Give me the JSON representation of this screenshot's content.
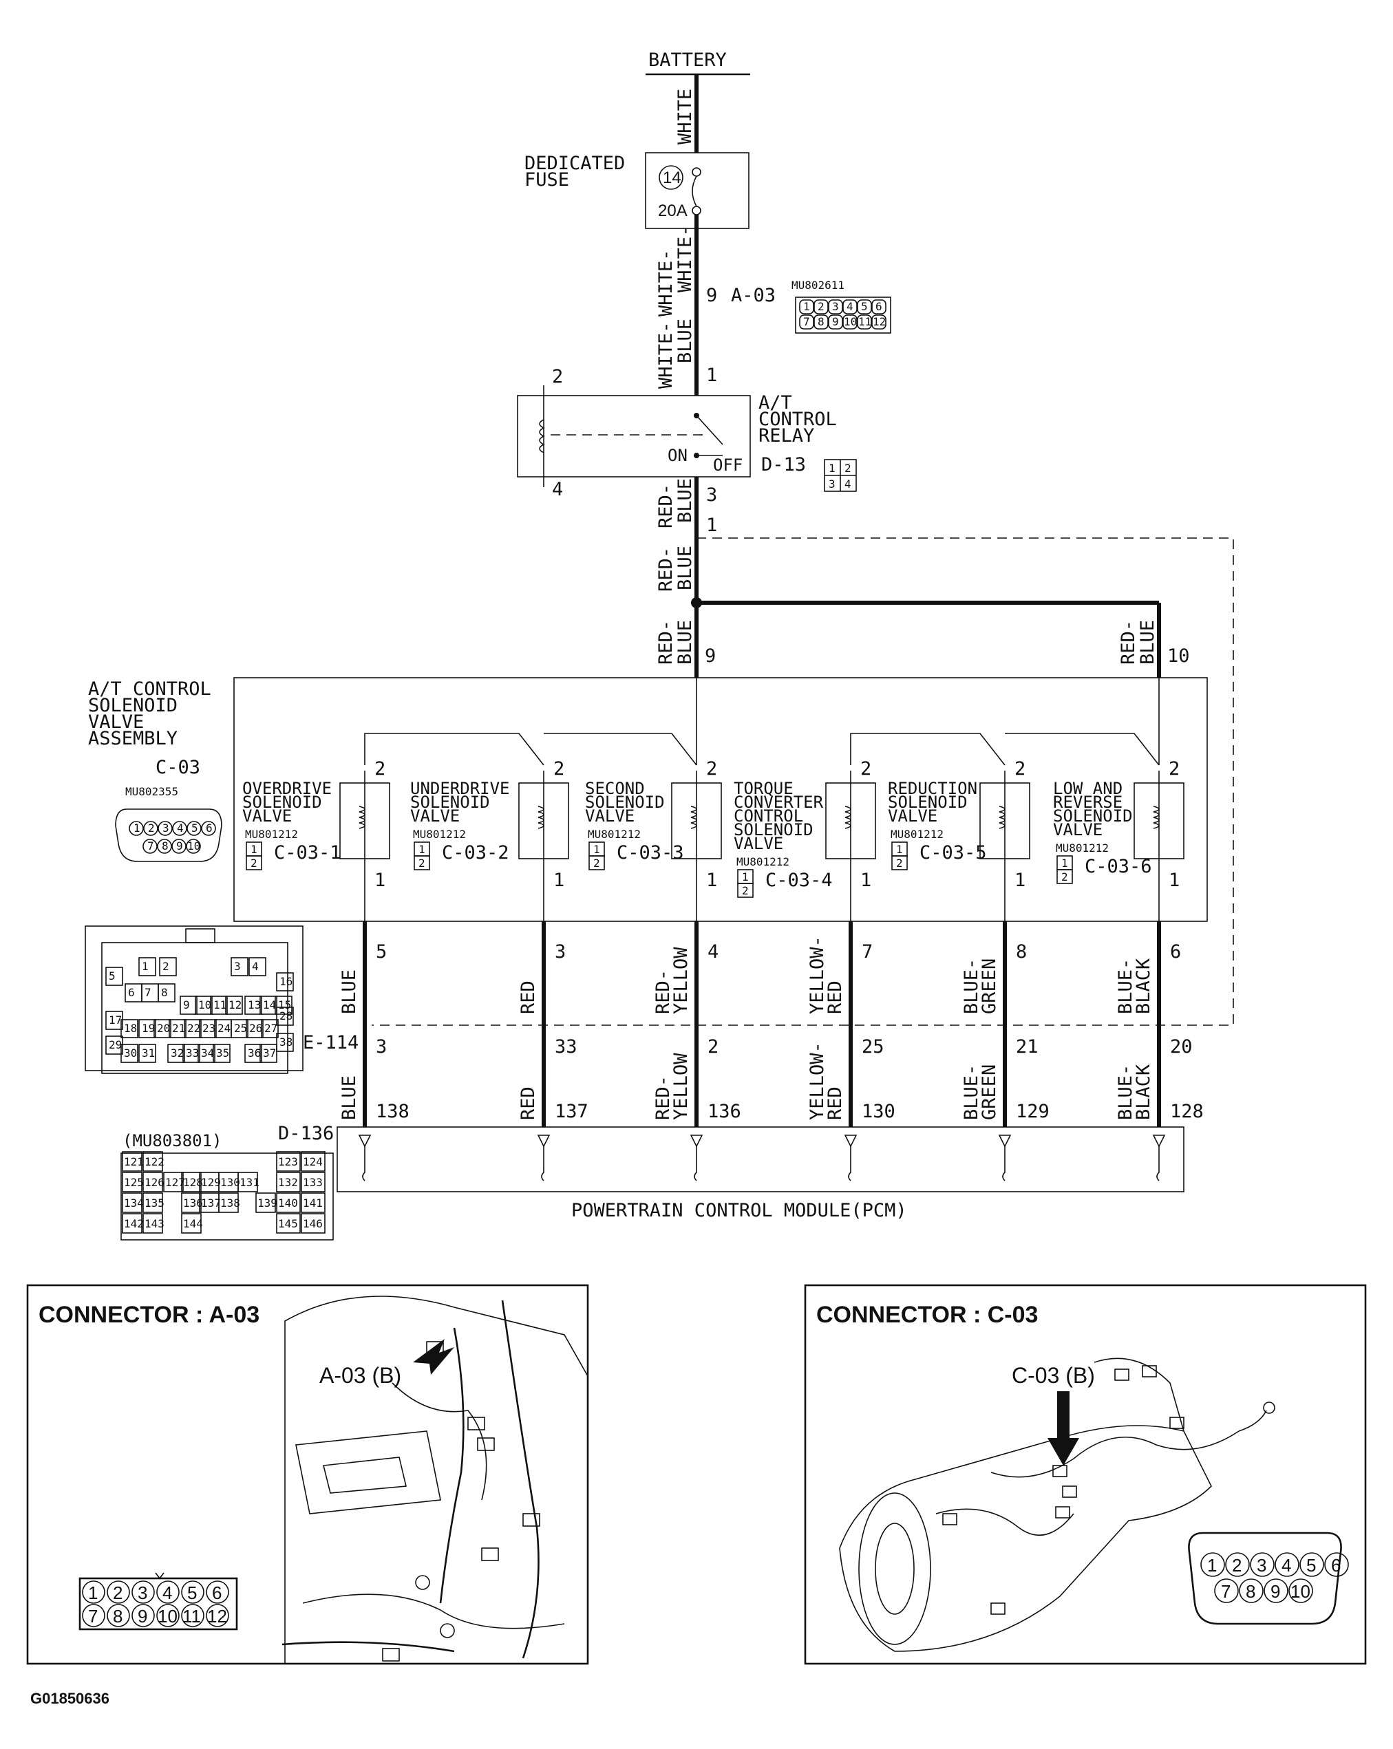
{
  "battery": {
    "label": "BATTERY"
  },
  "fuse": {
    "label_line1": "DEDICATED",
    "label_line2": "FUSE",
    "number": "14",
    "rating": "20A"
  },
  "wires": {
    "battery_to_fuse": "WHITE",
    "fuse_to_relay_a": "WHITE-",
    "fuse_to_relay_b": "BLUE",
    "fuse_to_relay_c": "WHITE-",
    "fuse_to_relay_d": "WHITE-",
    "fuse_to_relay_e": "BLUE",
    "relay_out_a": "RED-",
    "relay_out_b": "BLUE",
    "relay_out_c": "RED-",
    "trunk_a": "RED-",
    "trunk_b": "BLUE",
    "trunk_c": "RED-",
    "trunk_d": "BLUE",
    "pin9_a": "RED-",
    "pin9_b": "BLUE",
    "pin10_a": "RED-",
    "pin10_b": "BLUE"
  },
  "connector_a03": {
    "pin": "9",
    "id": "A-03",
    "part": "MU802611",
    "pins": [
      "1",
      "2",
      "3",
      "4",
      "5",
      "6",
      "7",
      "8",
      "9",
      "10",
      "11",
      "12"
    ]
  },
  "relay": {
    "label_line1": "A/T",
    "label_line2": "CONTROL",
    "label_line3": "RELAY",
    "id": "D-13",
    "pin_top_left": "2",
    "pin_bottom_left": "4",
    "pin_top_right": "1",
    "pin_bottom_right": "3",
    "on": "ON",
    "off": "OFF",
    "pins": [
      "1",
      "2",
      "3",
      "4"
    ]
  },
  "trunk_pin": "1",
  "solenoid_assembly": {
    "label_line1": "A/T CONTROL",
    "label_line2": "SOLENOID",
    "label_line3": "VALVE",
    "label_line4": "ASSEMBLY",
    "id": "C-03",
    "part": "MU802355",
    "pin_left": "9",
    "pin_right": "10",
    "pins": [
      "1",
      "2",
      "3",
      "4",
      "5",
      "6",
      "7",
      "8",
      "9",
      "10"
    ]
  },
  "valves": [
    {
      "l1": "OVERDRIVE",
      "l2": "SOLENOID",
      "l3": "VALVE",
      "l4": "",
      "part": "MU801212",
      "conn": "C-03-1",
      "out_pin": "5",
      "wire_a": "BLUE",
      "wire_b": "",
      "e114_pin": "3",
      "wire2_a": "BLUE",
      "wire2_b": "",
      "pcm_pin": "138"
    },
    {
      "l1": "UNDERDRIVE",
      "l2": "SOLENOID",
      "l3": "VALVE",
      "l4": "",
      "part": "MU801212",
      "conn": "C-03-2",
      "out_pin": "3",
      "wire_a": "RED",
      "wire_b": "",
      "e114_pin": "33",
      "wire2_a": "RED",
      "wire2_b": "",
      "pcm_pin": "137"
    },
    {
      "l1": "SECOND",
      "l2": "SOLENOID",
      "l3": "VALVE",
      "l4": "",
      "part": "MU801212",
      "conn": "C-03-3",
      "out_pin": "4",
      "wire_a": "RED-",
      "wire_b": "YELLOW",
      "e114_pin": "2",
      "wire2_a": "RED-",
      "wire2_b": "YELLOW",
      "pcm_pin": "136"
    },
    {
      "l1": "TORQUE",
      "l2": "CONVERTER",
      "l3": "CONTROL",
      "l4": "SOLENOID",
      "l5": "VALVE",
      "part": "MU801212",
      "conn": "C-03-4",
      "out_pin": "7",
      "wire_a": "YELLOW-",
      "wire_b": "RED",
      "e114_pin": "25",
      "wire2_a": "YELLOW-",
      "wire2_b": "RED",
      "pcm_pin": "130"
    },
    {
      "l1": "REDUCTION",
      "l2": "SOLENOID",
      "l3": "VALVE",
      "l4": "",
      "part": "MU801212",
      "conn": "C-03-5",
      "out_pin": "8",
      "wire_a": "BLUE-",
      "wire_b": "GREEN",
      "e114_pin": "21",
      "wire2_a": "BLUE-",
      "wire2_b": "GREEN",
      "pcm_pin": "129"
    },
    {
      "l1": "LOW AND",
      "l2": "REVERSE",
      "l3": "SOLENOID",
      "l4": "VALVE",
      "part": "MU801212",
      "conn": "C-03-6",
      "out_pin": "6",
      "wire_a": "BLUE-",
      "wire_b": "BLACK",
      "e114_pin": "20",
      "wire2_a": "BLUE-",
      "wire2_b": "BLACK",
      "pcm_pin": "128"
    }
  ],
  "valve_common_pins": {
    "top": "2",
    "bottom": "1",
    "ic1": "1",
    "ic2": "2"
  },
  "e114": {
    "id": "E-114",
    "pins": [
      "1",
      "2",
      "3",
      "4",
      "5",
      "6",
      "7",
      "8",
      "9",
      "10",
      "11",
      "12",
      "13",
      "14",
      "15",
      "16",
      "17",
      "18",
      "19",
      "20",
      "21",
      "22",
      "23",
      "24",
      "25",
      "26",
      "27",
      "28",
      "29",
      "30",
      "31",
      "32",
      "33",
      "34",
      "35",
      "36",
      "37",
      "38"
    ]
  },
  "pcm": {
    "label": "POWERTRAIN CONTROL MODULE(PCM)",
    "id": "D-136",
    "part": "(MU803801)",
    "pins": [
      "121",
      "122",
      "123",
      "124",
      "125",
      "126",
      "127",
      "128",
      "129",
      "130",
      "131",
      "132",
      "133",
      "134",
      "135",
      "136",
      "137",
      "138",
      "139",
      "140",
      "141",
      "142",
      "143",
      "144",
      "145",
      "146"
    ]
  },
  "panel_a": {
    "title": "CONNECTOR : A-03",
    "callout": "A-03 (B)",
    "pins": [
      "1",
      "2",
      "3",
      "4",
      "5",
      "6",
      "7",
      "8",
      "9",
      "10",
      "11",
      "12"
    ]
  },
  "panel_c": {
    "title": "CONNECTOR : C-03",
    "callout": "C-03 (B)",
    "pins": [
      "1",
      "2",
      "3",
      "4",
      "5",
      "6",
      "7",
      "8",
      "9",
      "10"
    ]
  },
  "figure_id": "G01850636"
}
